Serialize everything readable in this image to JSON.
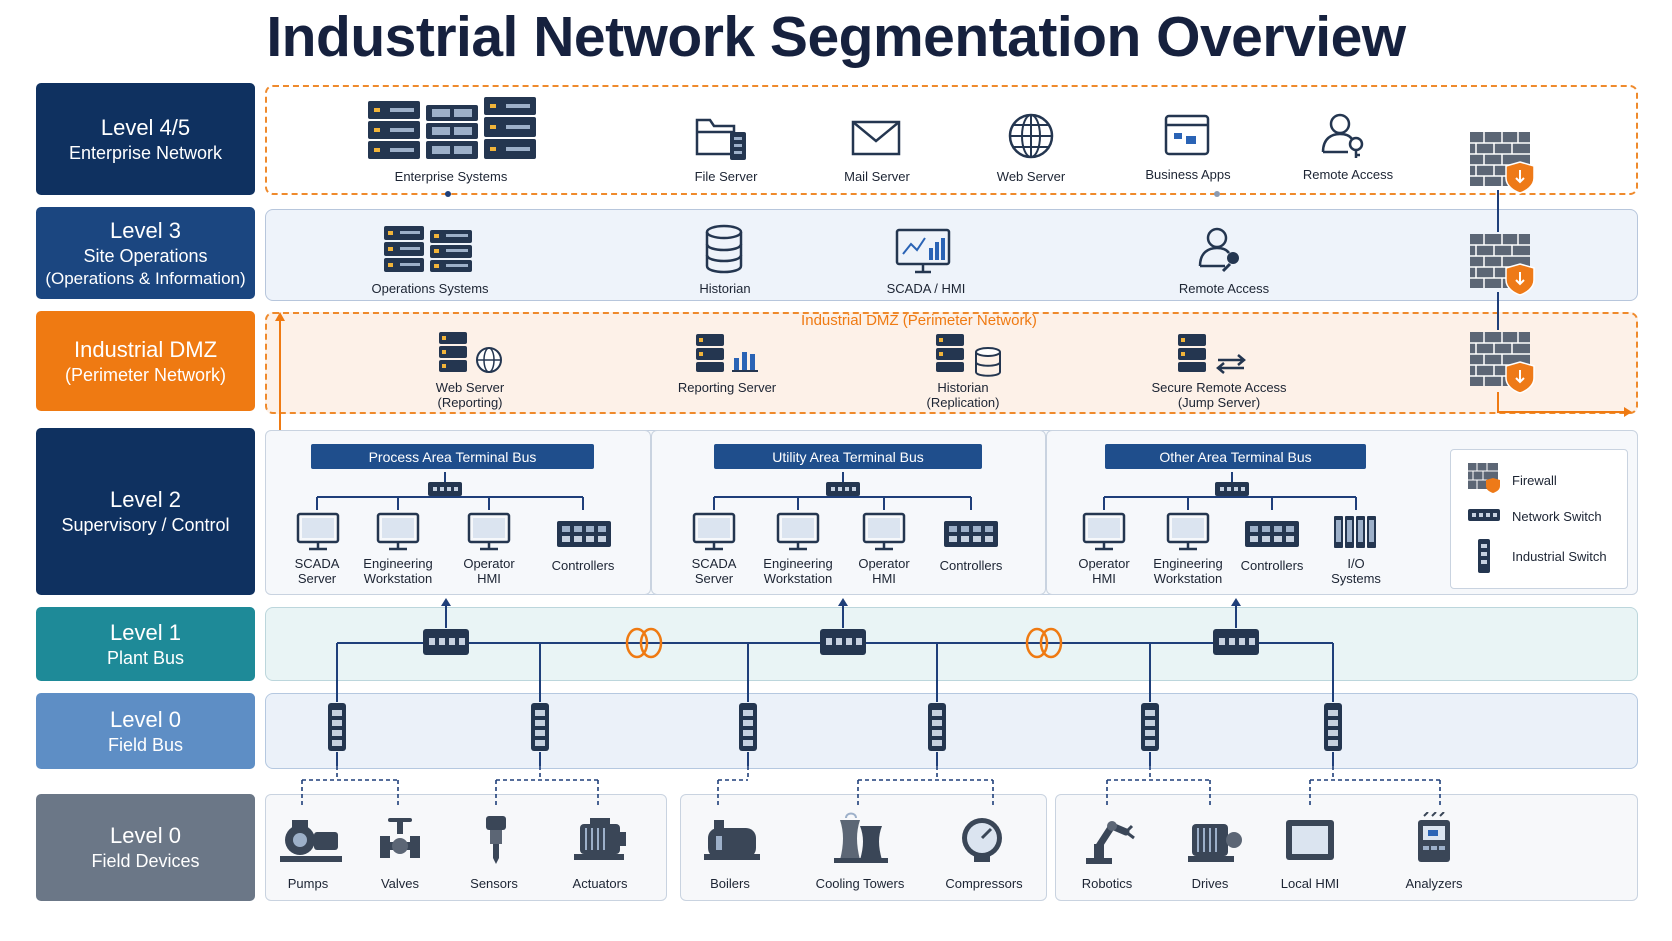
{
  "title": "Industrial Network Segmentation Overview",
  "levels": {
    "enterprise": {
      "line1": "Level 4/5",
      "line2": "Enterprise Network"
    },
    "site": {
      "line1": "Level 3",
      "line2": "Site Operations",
      "line3": "(Operations & Information)"
    },
    "dmz": {
      "line1": "Industrial DMZ",
      "line2": "(Perimeter Network)"
    },
    "supervisory": {
      "line1": "Level 2",
      "line2": "Supervisory / Control"
    },
    "plant": {
      "line1": "Level 1",
      "line2": "Plant Bus"
    },
    "fieldbus": {
      "line1": "Level 0",
      "line2": "Field Bus"
    },
    "devices": {
      "line1": "Level 0",
      "line2": "Field Devices"
    }
  },
  "enterprise_items": [
    "Enterprise Systems",
    "File Server",
    "Mail Server",
    "Web Server",
    "Business Apps",
    "Remote Access"
  ],
  "site_items": [
    "Operations Systems",
    "Historian",
    "SCADA / HMI",
    "Remote Access"
  ],
  "dmz": {
    "zone_label": "Industrial DMZ (Perimeter Network)",
    "items": [
      {
        "l1": "Web Server",
        "l2": "(Reporting)"
      },
      {
        "l1": "Reporting Server",
        "l2": ""
      },
      {
        "l1": "Historian",
        "l2": "(Replication)"
      },
      {
        "l1": "Secure Remote Access",
        "l2": "(Jump Server)"
      }
    ]
  },
  "terminal_buses": [
    {
      "label": "Process Area Terminal Bus",
      "items": [
        {
          "l1": "SCADA",
          "l2": "Server"
        },
        {
          "l1": "Engineering",
          "l2": "Workstation"
        },
        {
          "l1": "Operator",
          "l2": "HMI"
        },
        {
          "l1": "Controllers",
          "l2": ""
        }
      ]
    },
    {
      "label": "Utility Area Terminal Bus",
      "items": [
        {
          "l1": "SCADA",
          "l2": "Server"
        },
        {
          "l1": "Engineering",
          "l2": "Workstation"
        },
        {
          "l1": "Operator",
          "l2": "HMI"
        },
        {
          "l1": "Controllers",
          "l2": ""
        }
      ]
    },
    {
      "label": "Other Area Terminal Bus",
      "items": [
        {
          "l1": "Operator",
          "l2": "HMI"
        },
        {
          "l1": "Engineering",
          "l2": "Workstation"
        },
        {
          "l1": "Controllers",
          "l2": ""
        },
        {
          "l1": "I/O",
          "l2": "Systems"
        }
      ]
    }
  ],
  "legend": [
    "Firewall",
    "Network Switch",
    "Industrial Switch"
  ],
  "field_devices": [
    [
      "Pumps",
      "Valves",
      "Sensors",
      "Actuators"
    ],
    [
      "Boilers",
      "Cooling Towers",
      "Compressors"
    ],
    [
      "Robotics",
      "Drives",
      "Local HMI",
      "Analyzers"
    ]
  ],
  "colors": {
    "navy": "#0f3160",
    "blue": "#1b4680",
    "orange": "#ef7a12",
    "teal": "#1e8a98",
    "steel": "#5e8ec5",
    "slate": "#6b7787",
    "line": "#1f3f7a",
    "shield": "#ee7a18"
  },
  "icons": [
    "server-rack-icon",
    "file-server-icon",
    "mail-icon",
    "globe-icon",
    "app-window-icon",
    "user-key-icon",
    "database-icon",
    "monitor-chart-icon",
    "firewall-icon",
    "monitor-icon",
    "controller-icon",
    "io-module-icon",
    "network-switch-icon",
    "industrial-switch-icon",
    "coupler-icon",
    "pump-icon",
    "valve-icon",
    "sensor-icon",
    "actuator-icon",
    "boiler-icon",
    "cooling-tower-icon",
    "gauge-icon",
    "robot-arm-icon",
    "drive-icon",
    "local-hmi-icon",
    "analyzer-icon"
  ]
}
